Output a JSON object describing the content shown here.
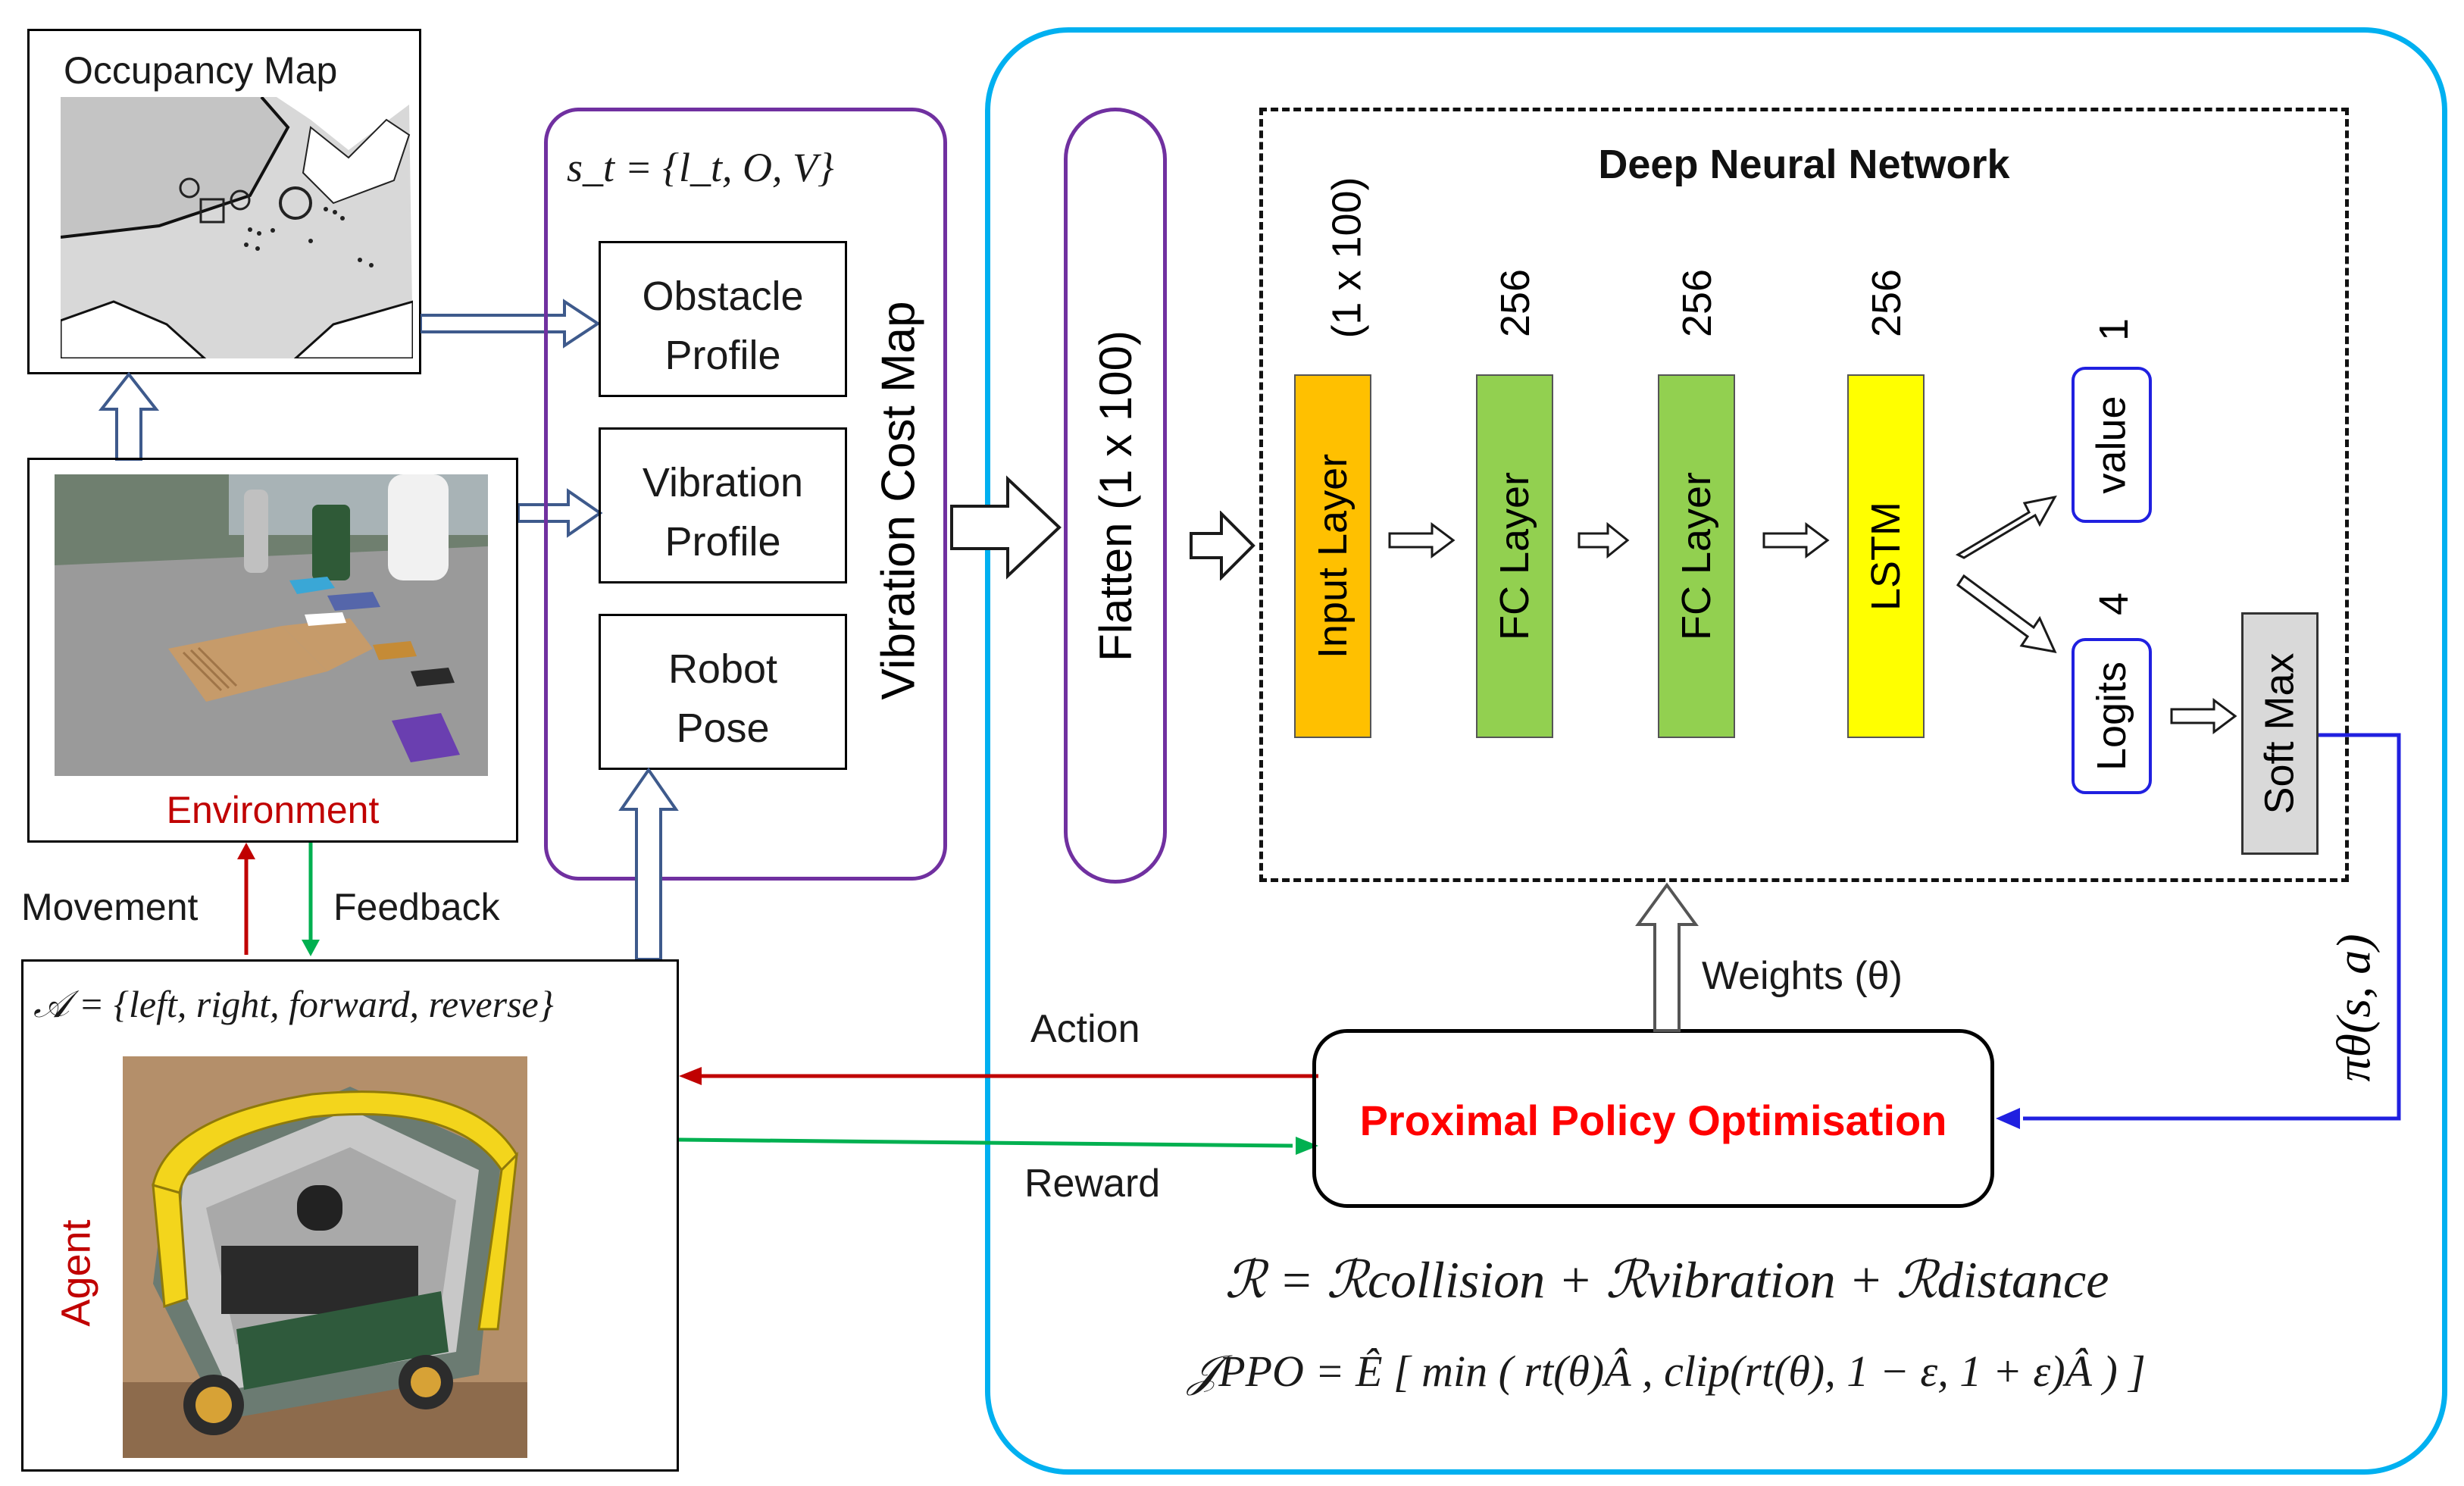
{
  "occupancy_map": {
    "title": "Occupancy Map"
  },
  "environment": {
    "label": "Environment"
  },
  "state_box": {
    "formula": "s_t = {l_t, O, V}",
    "items": [
      "Obstacle\nProfile",
      "Vibration\nProfile",
      "Robot\nPose"
    ],
    "vertical_title": "Vibration Cost Map"
  },
  "flatten": {
    "label": "Flatten (1 x 100)"
  },
  "network": {
    "title": "Deep Neural Network",
    "layers": [
      {
        "name": "Input Layer",
        "size": "(1 x 100)",
        "color": "#ffc000"
      },
      {
        "name": "FC Layer",
        "size": "256",
        "color": "#92d050"
      },
      {
        "name": "FC Layer",
        "size": "256",
        "color": "#92d050"
      },
      {
        "name": "LSTM",
        "size": "256",
        "color": "#ffff00"
      }
    ],
    "value_head": {
      "name": "value",
      "size": "1"
    },
    "logits_head": {
      "name": "Logits",
      "size": "4"
    },
    "softmax": {
      "name": "Soft Max"
    }
  },
  "agent": {
    "action_space": "𝒜 = {left, right, forward, reverse}",
    "label": "Agent"
  },
  "links": {
    "movement": "Movement",
    "feedback": "Feedback",
    "action": "Action",
    "reward": "Reward",
    "weights": "Weights (θ)",
    "policy": "πθ(s, a)"
  },
  "ppo": {
    "label": "Proximal Policy Optimisation"
  },
  "equations": {
    "reward": "ℛ = ℛcollision + ℛvibration + ℛdistance",
    "objective": "𝒥PPO = Ê [ min ( rt(θ)Â , clip(rt(θ), 1 − ε, 1 + ε)Â ) ]"
  },
  "colors": {
    "outer_panel": "#00b0f0",
    "state_box": "#7030a0",
    "red_arrow": "#c00000",
    "green_arrow": "#00b050",
    "blue_arrow": "#2020e0",
    "ppo_text": "#ff0000",
    "label_red": "#c00000"
  }
}
